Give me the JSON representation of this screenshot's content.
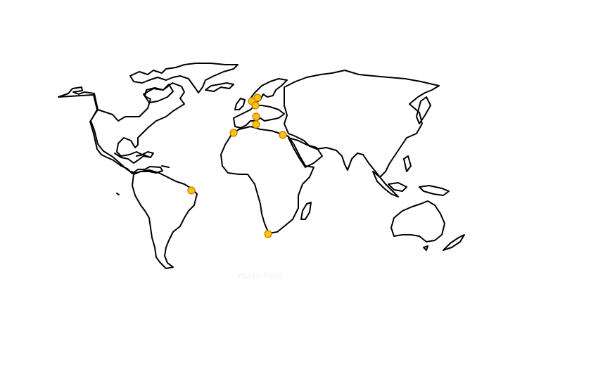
{
  "map": {
    "land_stroke": "#000000",
    "background": "#ffffff",
    "marker_fill": "#ffc20e",
    "marker_stroke": "#c47a00"
  },
  "caption": {
    "text": "mapchart"
  },
  "markers": [
    {
      "id": "marker-brazil-ne"
    },
    {
      "id": "marker-morocco"
    },
    {
      "id": "marker-egypt"
    },
    {
      "id": "marker-south-africa"
    },
    {
      "id": "marker-denmark"
    },
    {
      "id": "marker-netherlands"
    },
    {
      "id": "marker-germany"
    },
    {
      "id": "marker-italy-north"
    },
    {
      "id": "marker-italy-central"
    }
  ]
}
